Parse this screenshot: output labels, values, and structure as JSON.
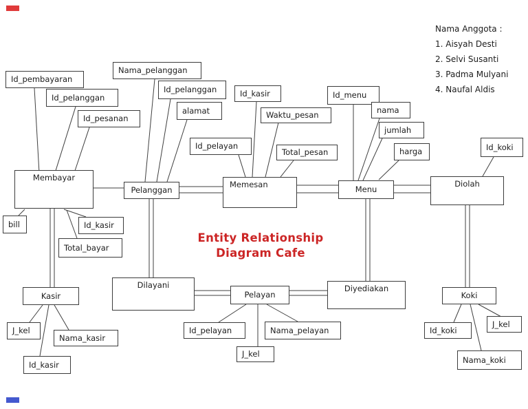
{
  "title": {
    "line1": "Entity Relationship",
    "line2": "Diagram Cafe",
    "color": "#cc2626"
  },
  "members": {
    "heading": "Nama Anggota :",
    "items": [
      "1. Aisyah Desti",
      "2. Selvi Susanti",
      "3. Padma Mulyani",
      "4. Naufal Aldis"
    ]
  },
  "entities": {
    "membayar": "Membayar",
    "pelanggan": "Pelanggan",
    "memesan": "Memesan",
    "menu": "Menu",
    "diolah": "Diolah",
    "kasir": "Kasir",
    "dilayani": "Dilayani",
    "pelayan": "Pelayan",
    "diyediakan": "Diyediakan",
    "koki": "Koki"
  },
  "attributes": {
    "id_pembayaran": "Id_pembayaran",
    "id_pelanggan_membayar": "Id_pelanggan",
    "id_pesanan": "Id_pesanan",
    "nama_pelanggan": "Nama_pelanggan",
    "id_pelanggan": "Id_pelanggan",
    "alamat": "alamat",
    "id_pelayan_memesan": "Id_pelayan",
    "id_kasir_memesan": "Id_kasir",
    "waktu_pesan": "Waktu_pesan",
    "total_pesan": "Total_pesan",
    "id_menu": "Id_menu",
    "nama": "nama",
    "jumlah": "jumlah",
    "harga": "harga",
    "id_koki_diolah": "Id_koki",
    "bill": "bill",
    "id_kasir_membayar": "Id_kasir",
    "total_bayar": "Total_bayar",
    "j_kel_kasir": "J_kel",
    "nama_kasir": "Nama_kasir",
    "id_kasir_kasir": "Id_kasir",
    "id_pelayan": "Id_pelayan",
    "nama_pelayan": "Nama_pelayan",
    "j_kel_pelayan": "J_kel",
    "id_koki": "Id_koki",
    "j_kel_koki": "J_kel",
    "nama_koki": "Nama_koki"
  },
  "marks": {
    "top_left_color": "#e03a3a",
    "bottom_left_color": "#4459cf"
  }
}
